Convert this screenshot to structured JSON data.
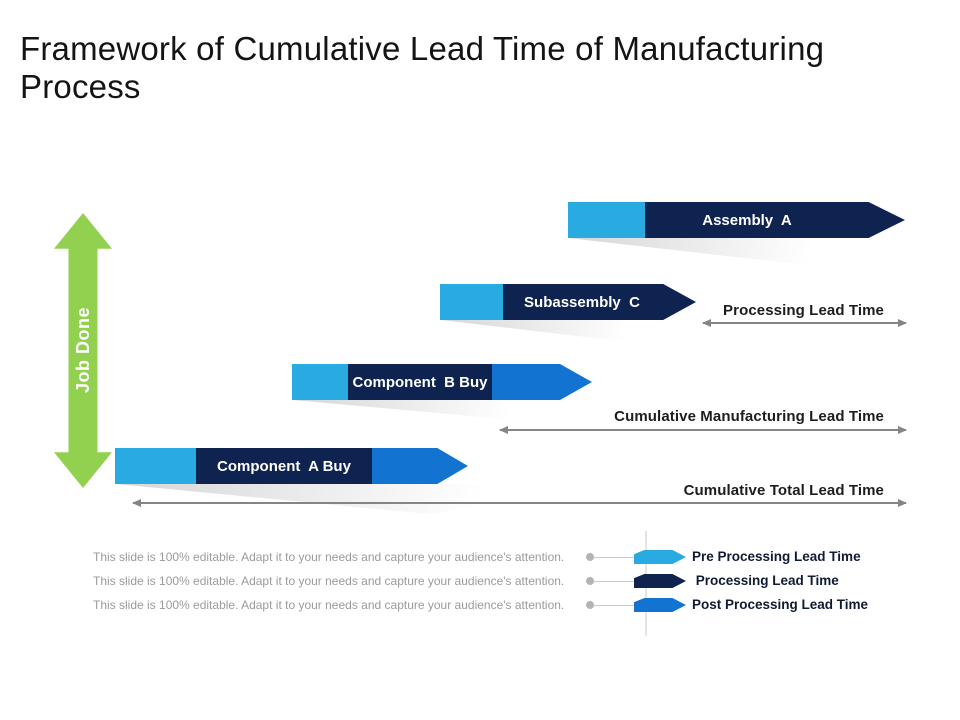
{
  "slide": {
    "title": "Framework of Cumulative Lead Time of Manufacturing Process"
  },
  "job_axis": {
    "label": "Job Done",
    "color": "#92D050"
  },
  "colors": {
    "pre_processing": "#29ABE2",
    "processing": "#0F2350",
    "post_processing": "#1373D0",
    "arrow_gray": "#858585"
  },
  "bars": [
    {
      "label": "Assembly  A"
    },
    {
      "label": "Subassembly  C"
    },
    {
      "label": "Component  B Buy"
    },
    {
      "label": "Component  A Buy"
    }
  ],
  "annotations": [
    {
      "label": "Processing Lead Time"
    },
    {
      "label": "Cumulative Manufacturing Lead Time"
    },
    {
      "label": "Cumulative Total Lead Time"
    }
  ],
  "legend": {
    "note": "This slide is 100% editable. Adapt it to your needs and capture your audience's attention.",
    "items": [
      {
        "label": "Pre Processing Lead Time",
        "color": "#29ABE2"
      },
      {
        "label": " Processing Lead Time",
        "color": "#0F2350"
      },
      {
        "label": "Post Processing Lead Time",
        "color": "#1373D0"
      }
    ]
  }
}
